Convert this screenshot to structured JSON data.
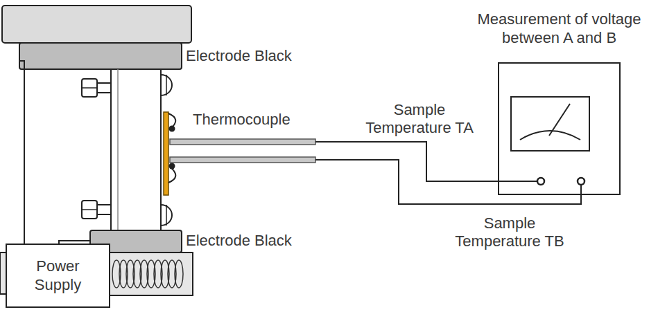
{
  "diagram": {
    "nodes": [
      {
        "text": [
          "Measurement of voltage between A and B"
        ]
      },
      {
        "text": [
          "Power Supply"
        ]
      }
    ],
    "labels": [
      "Electrode Black",
      "Thermocouple",
      "Sample Temperature TA",
      "Sample Temperature TB",
      "Electrode Black"
    ]
  }
}
